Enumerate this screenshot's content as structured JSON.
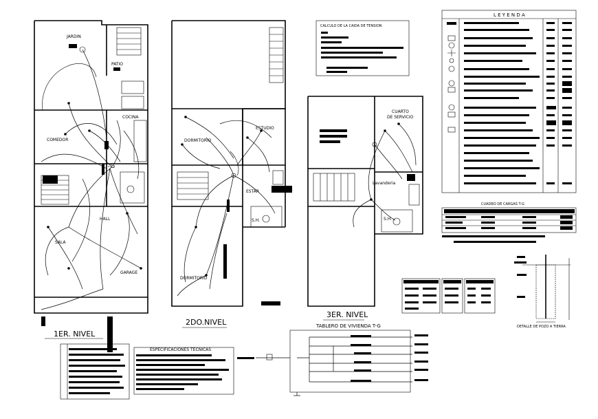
{
  "floors": {
    "first": {
      "title": "1ER. NIVEL",
      "rooms": {
        "jardin": "JARDIN",
        "patio": "PATIO",
        "cocina": "COCINA",
        "comedor": "COMEDOR",
        "tg": "T-G",
        "hall": "HALL",
        "sala": "SALA",
        "garage": "GARAGE"
      }
    },
    "second": {
      "title": "2DO.NIVEL",
      "rooms": {
        "dormitorio_1": "DORMITORIO",
        "estudio": "ESTUDIO",
        "estar": "ESTAR",
        "sh": "S.H.",
        "dormitorio_2": "DORMITORIO"
      }
    },
    "third": {
      "title": "3ER. NIVEL",
      "rooms": {
        "cuarto_servicio_1": "CUARTO",
        "cuarto_servicio_2": "DE SERVICIO",
        "lavanderia": "Lavanderia",
        "sh": "S.H."
      }
    }
  },
  "caida_tension": {
    "title": "CALCULO DE LA CAIDA DE TENSION"
  },
  "leyenda": {
    "title": "L E Y E N D A"
  },
  "cuadro_cargas": {
    "title": "CUADRO DE CARGAS T-G"
  },
  "especificaciones": {
    "title": "ESPECIFICACIONES TECNICAS"
  },
  "tablero": {
    "title": "TABLERO DE VIVIENDA  T-G"
  },
  "pozo": {
    "title": "DETALLE DE POZO A TIERRA"
  },
  "colors": {
    "ink": "#000000",
    "paper": "#ffffff"
  }
}
